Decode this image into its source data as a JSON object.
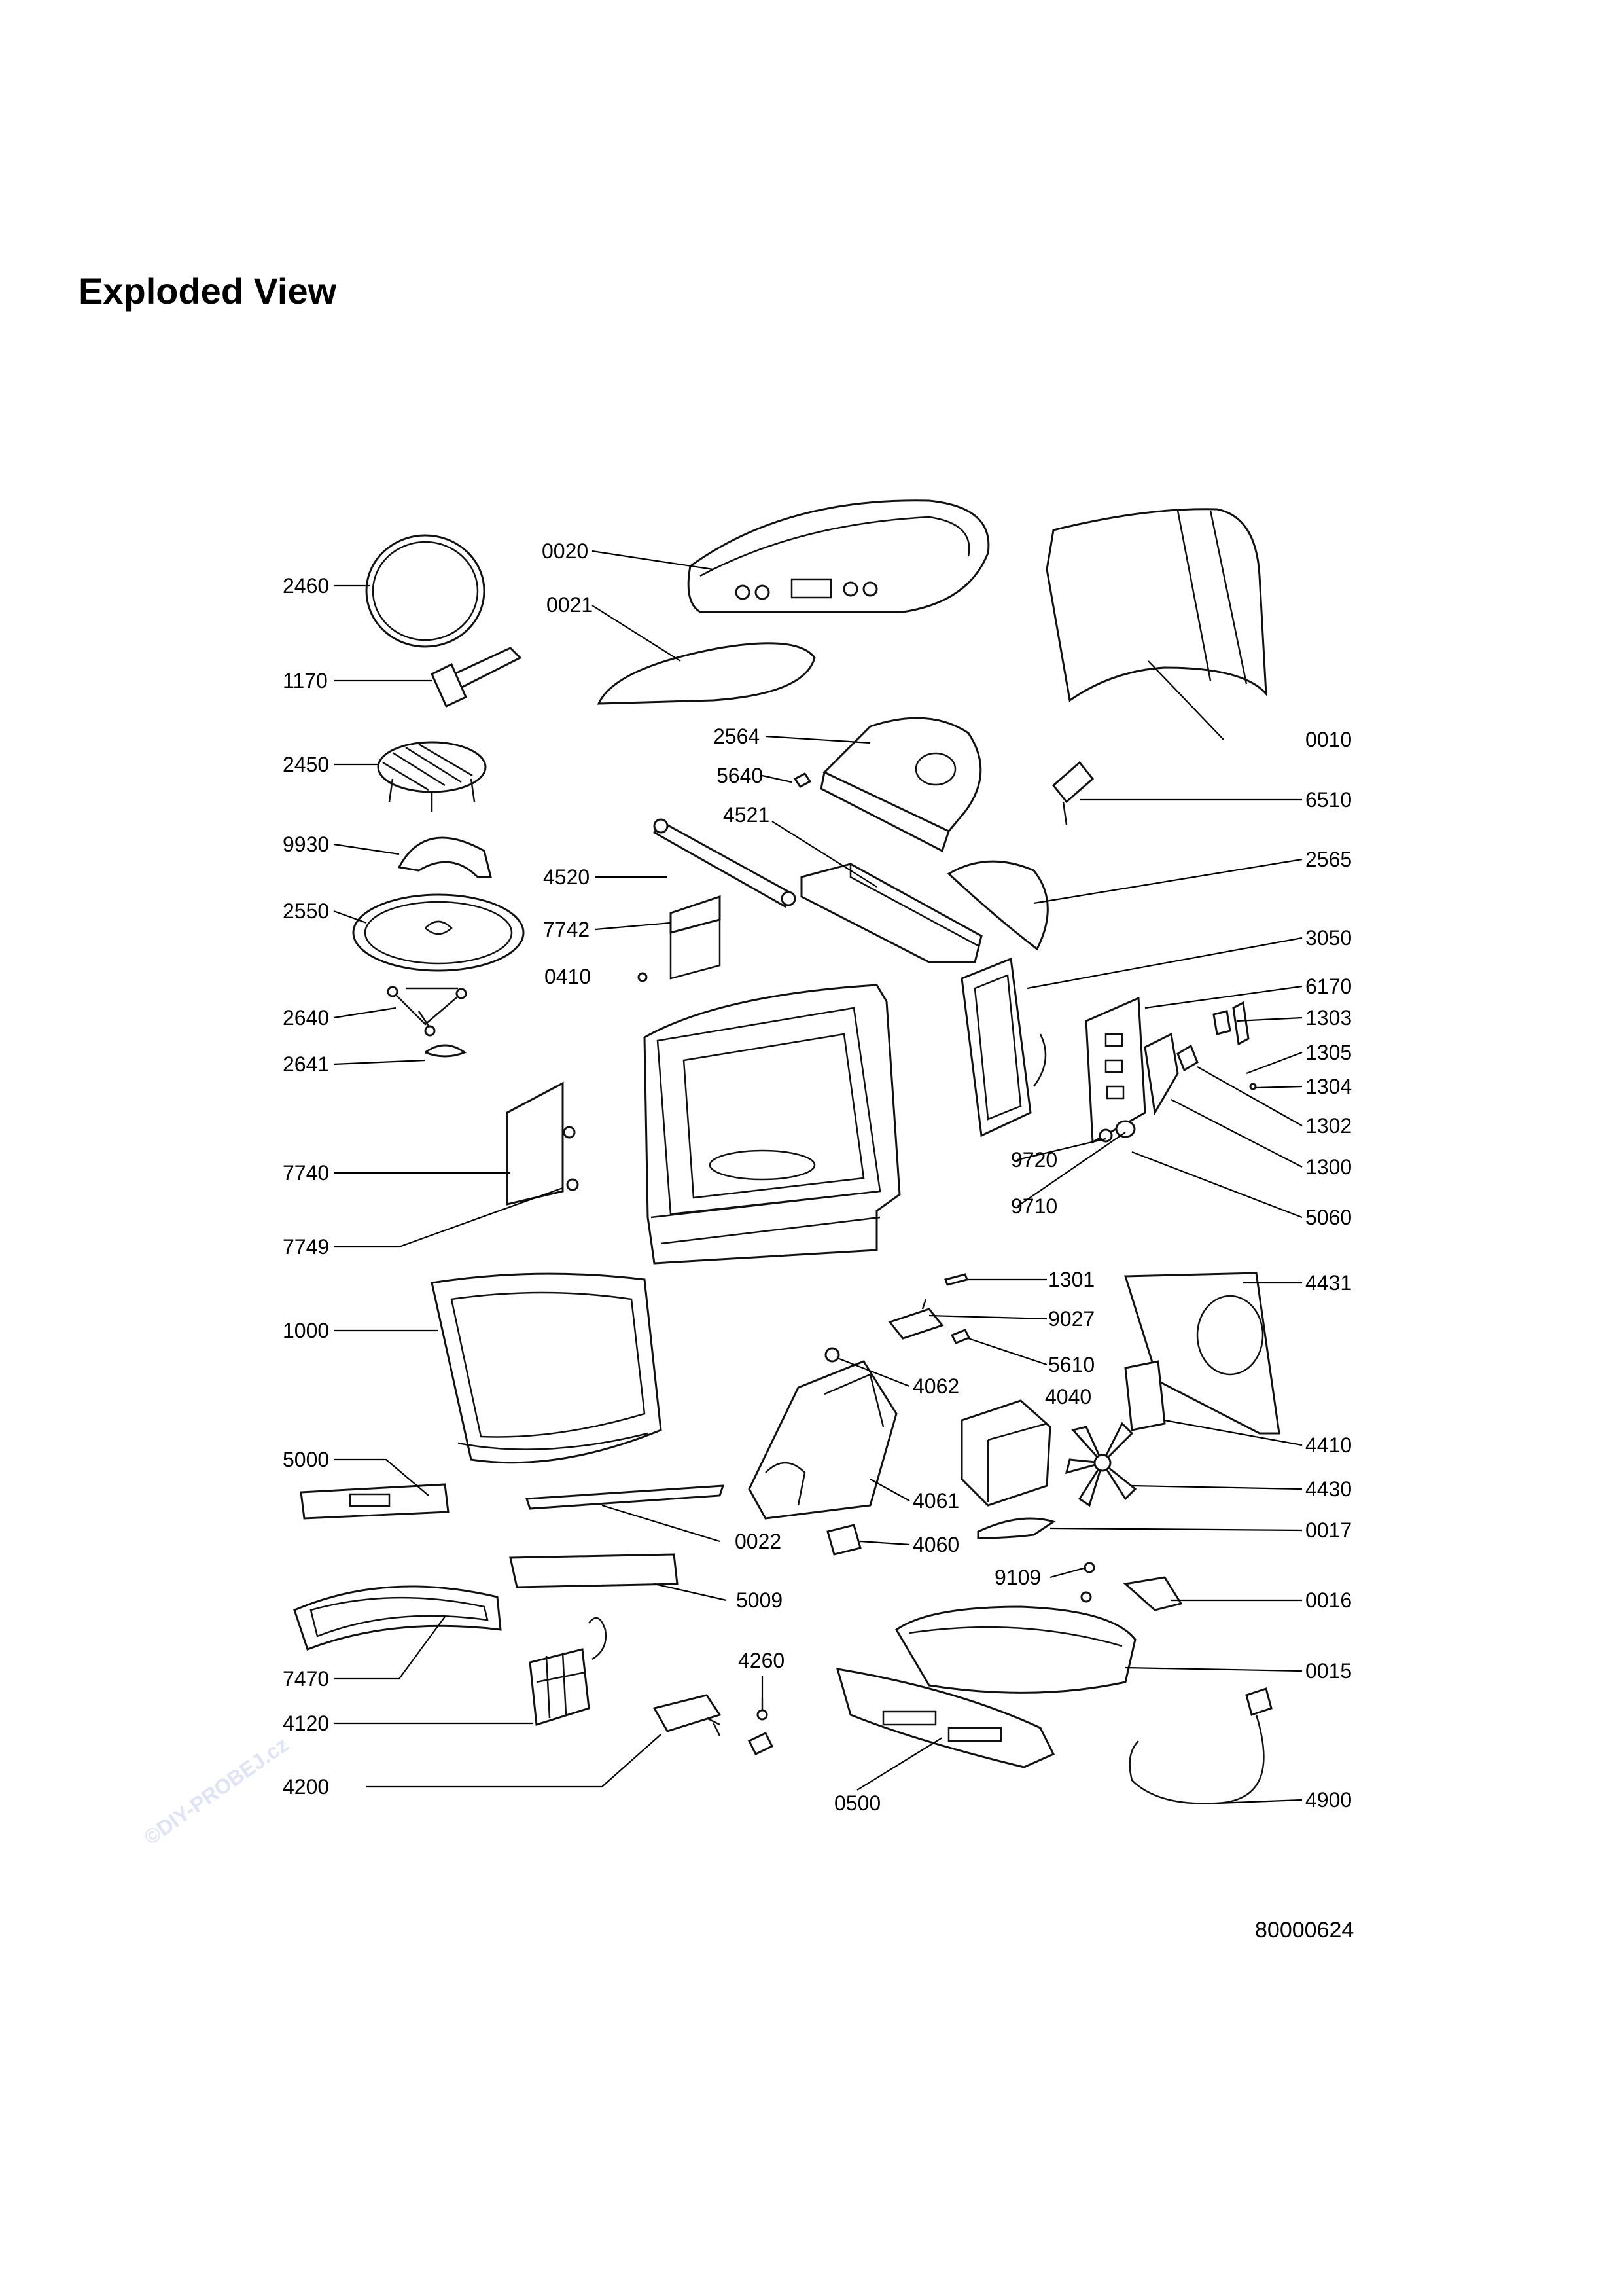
{
  "page": {
    "title": "Exploded View",
    "document_number": "80000624",
    "watermark": "©DIY-PROBEJ.cz"
  },
  "labels": [
    {
      "id": "l2460",
      "text": "2460"
    },
    {
      "id": "l1170",
      "text": "1170"
    },
    {
      "id": "l2450",
      "text": "2450"
    },
    {
      "id": "l9930",
      "text": "9930"
    },
    {
      "id": "l2550",
      "text": "2550"
    },
    {
      "id": "l2640",
      "text": "2640"
    },
    {
      "id": "l2641",
      "text": "2641"
    },
    {
      "id": "l7740",
      "text": "7740"
    },
    {
      "id": "l7749",
      "text": "7749"
    },
    {
      "id": "l1000",
      "text": "1000"
    },
    {
      "id": "l5000",
      "text": "5000"
    },
    {
      "id": "l7470",
      "text": "7470"
    },
    {
      "id": "l4120",
      "text": "4120"
    },
    {
      "id": "l4200",
      "text": "4200"
    },
    {
      "id": "l0020",
      "text": "0020"
    },
    {
      "id": "l0021",
      "text": "0021"
    },
    {
      "id": "l2564",
      "text": "2564"
    },
    {
      "id": "l5640",
      "text": "5640"
    },
    {
      "id": "l4521",
      "text": "4521"
    },
    {
      "id": "l4520",
      "text": "4520"
    },
    {
      "id": "l7742",
      "text": "7742"
    },
    {
      "id": "l0410",
      "text": "0410"
    },
    {
      "id": "l0010",
      "text": "0010"
    },
    {
      "id": "l6510",
      "text": "6510"
    },
    {
      "id": "l2565",
      "text": "2565"
    },
    {
      "id": "l3050",
      "text": "3050"
    },
    {
      "id": "l6170",
      "text": "6170"
    },
    {
      "id": "l1303",
      "text": "1303"
    },
    {
      "id": "l1305",
      "text": "1305"
    },
    {
      "id": "l1304",
      "text": "1304"
    },
    {
      "id": "l1302",
      "text": "1302"
    },
    {
      "id": "l1300",
      "text": "1300"
    },
    {
      "id": "l9720",
      "text": "9720"
    },
    {
      "id": "l9710",
      "text": "9710"
    },
    {
      "id": "l5060",
      "text": "5060"
    },
    {
      "id": "l1301",
      "text": "1301"
    },
    {
      "id": "l9027",
      "text": "9027"
    },
    {
      "id": "l5610",
      "text": "5610"
    },
    {
      "id": "l4062",
      "text": "4062"
    },
    {
      "id": "l4040",
      "text": "4040"
    },
    {
      "id": "l4431",
      "text": "4431"
    },
    {
      "id": "l4410",
      "text": "4410"
    },
    {
      "id": "l4430",
      "text": "4430"
    },
    {
      "id": "l4061",
      "text": "4061"
    },
    {
      "id": "l0022",
      "text": "0022"
    },
    {
      "id": "l4060",
      "text": "4060"
    },
    {
      "id": "l0017",
      "text": "0017"
    },
    {
      "id": "l5009",
      "text": "5009"
    },
    {
      "id": "l9109",
      "text": "9109"
    },
    {
      "id": "l0016",
      "text": "0016"
    },
    {
      "id": "l4260",
      "text": "4260"
    },
    {
      "id": "l0015",
      "text": "0015"
    },
    {
      "id": "l0500",
      "text": "0500"
    },
    {
      "id": "l4900",
      "text": "4900"
    }
  ]
}
